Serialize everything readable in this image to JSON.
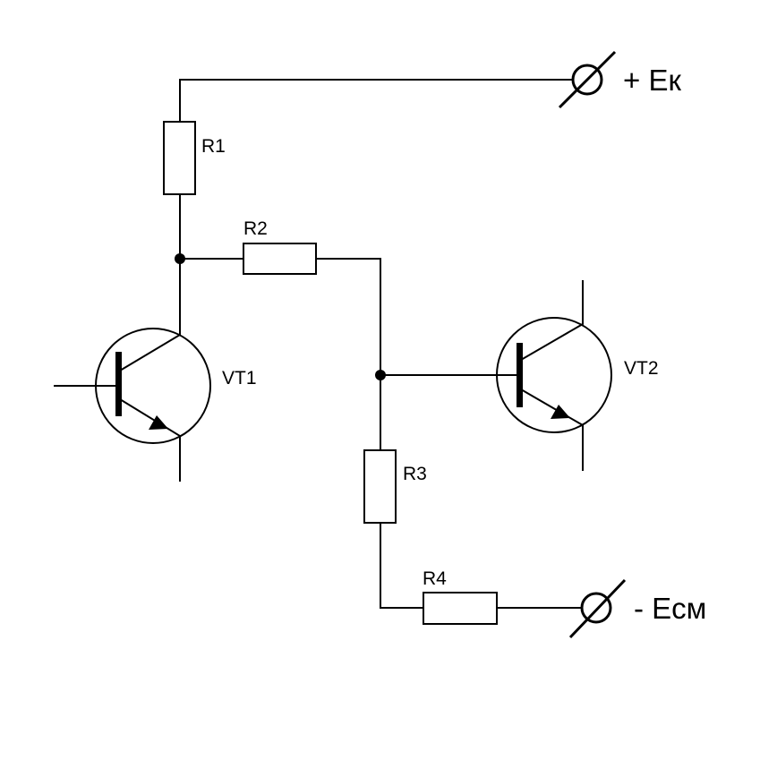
{
  "components": {
    "r1": {
      "label": "R1"
    },
    "r2": {
      "label": "R2"
    },
    "r3": {
      "label": "R3"
    },
    "r4": {
      "label": "R4"
    },
    "vt1": {
      "label": "VT1"
    },
    "vt2": {
      "label": "VT2"
    }
  },
  "terminals": {
    "supply": {
      "label": "+ Eк"
    },
    "bias": {
      "label": "- Eсм"
    }
  },
  "colors": {
    "line": "#000000",
    "background": "#ffffff"
  }
}
